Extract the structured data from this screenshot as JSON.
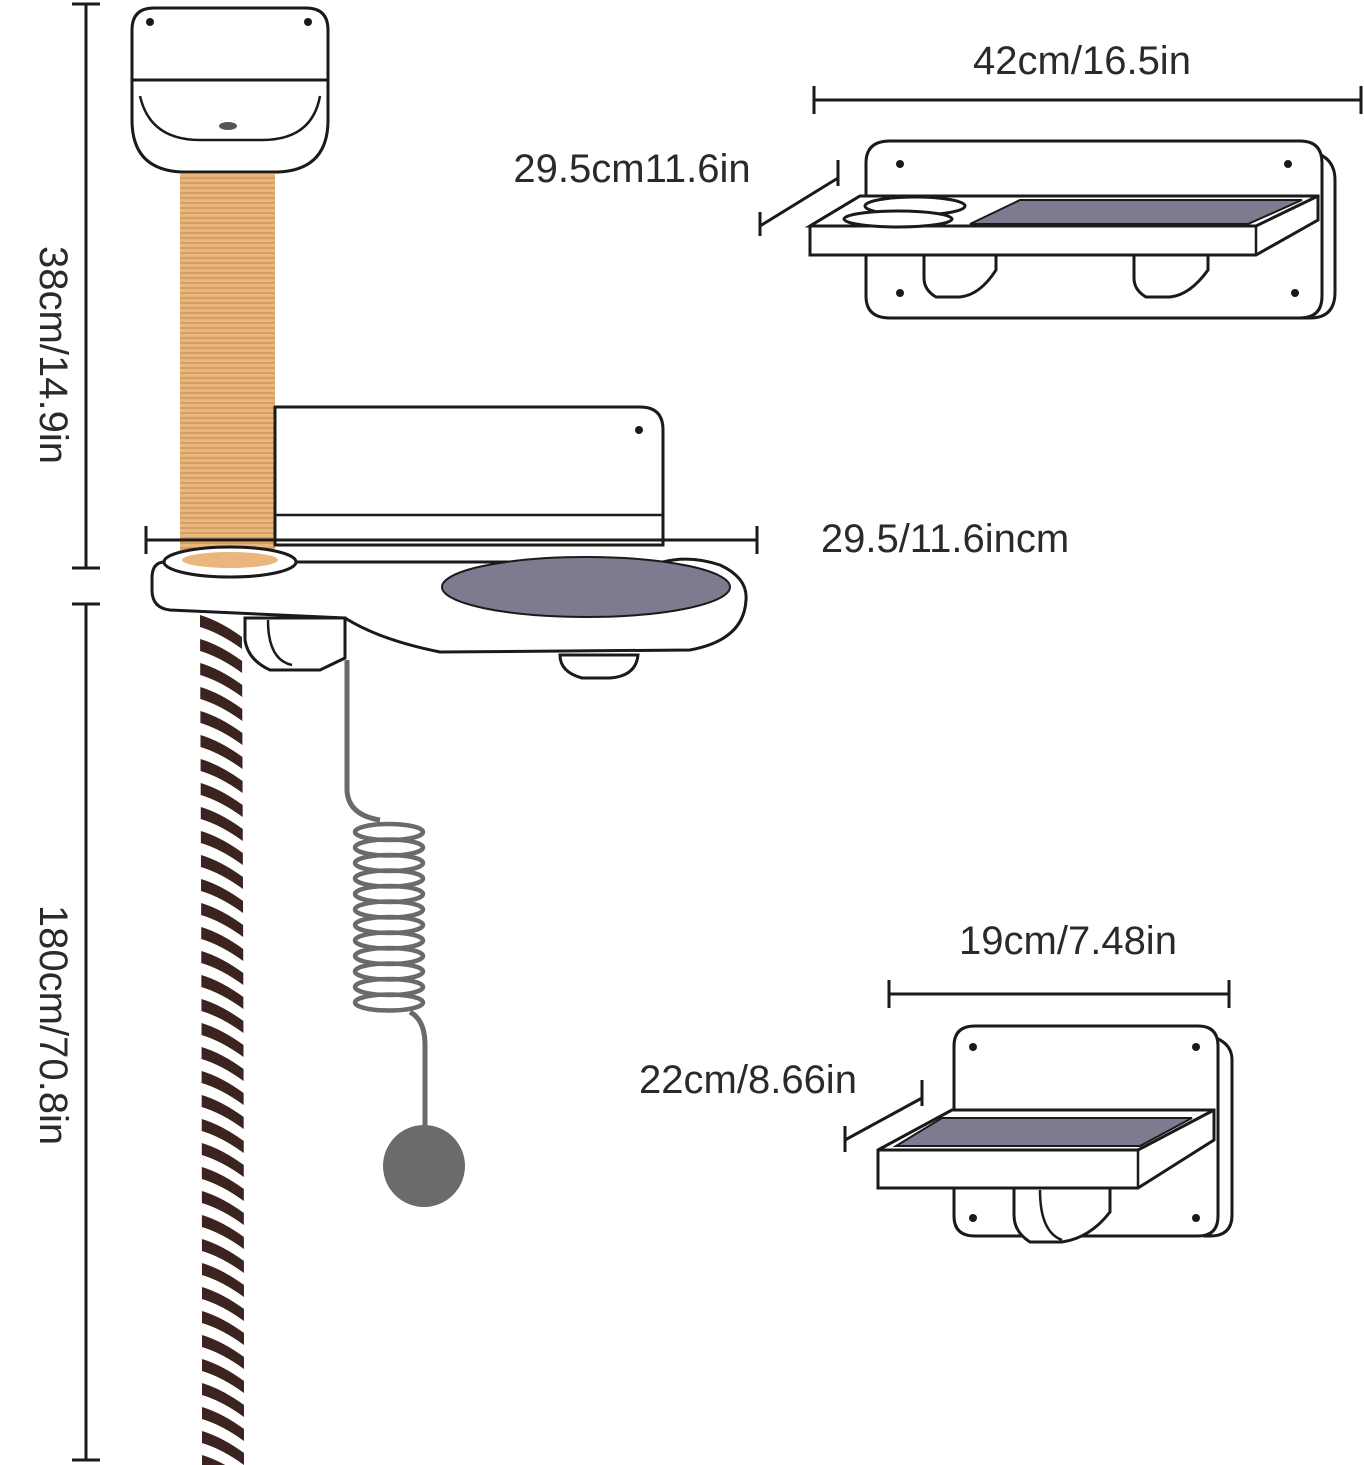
{
  "dimensions": {
    "post_height": "38cm/14.9in",
    "rope_length": "180cm/70.8in",
    "shelf_width": "29.5/11.6incm",
    "large_shelf_width": "42cm/16.5in",
    "large_shelf_depth": "29.5cm11.6in",
    "small_shelf_width": "19cm/7.48in",
    "small_shelf_depth": "22cm/8.66in"
  },
  "colors": {
    "outline": "#1a1a1a",
    "sisal": "#e9b67e",
    "sisal_line": "#c98f55",
    "pad": "#7d7b8f",
    "rope_dark": "#3b2420",
    "spring": "#6a6a6a",
    "ball": "#6b6b6b"
  }
}
